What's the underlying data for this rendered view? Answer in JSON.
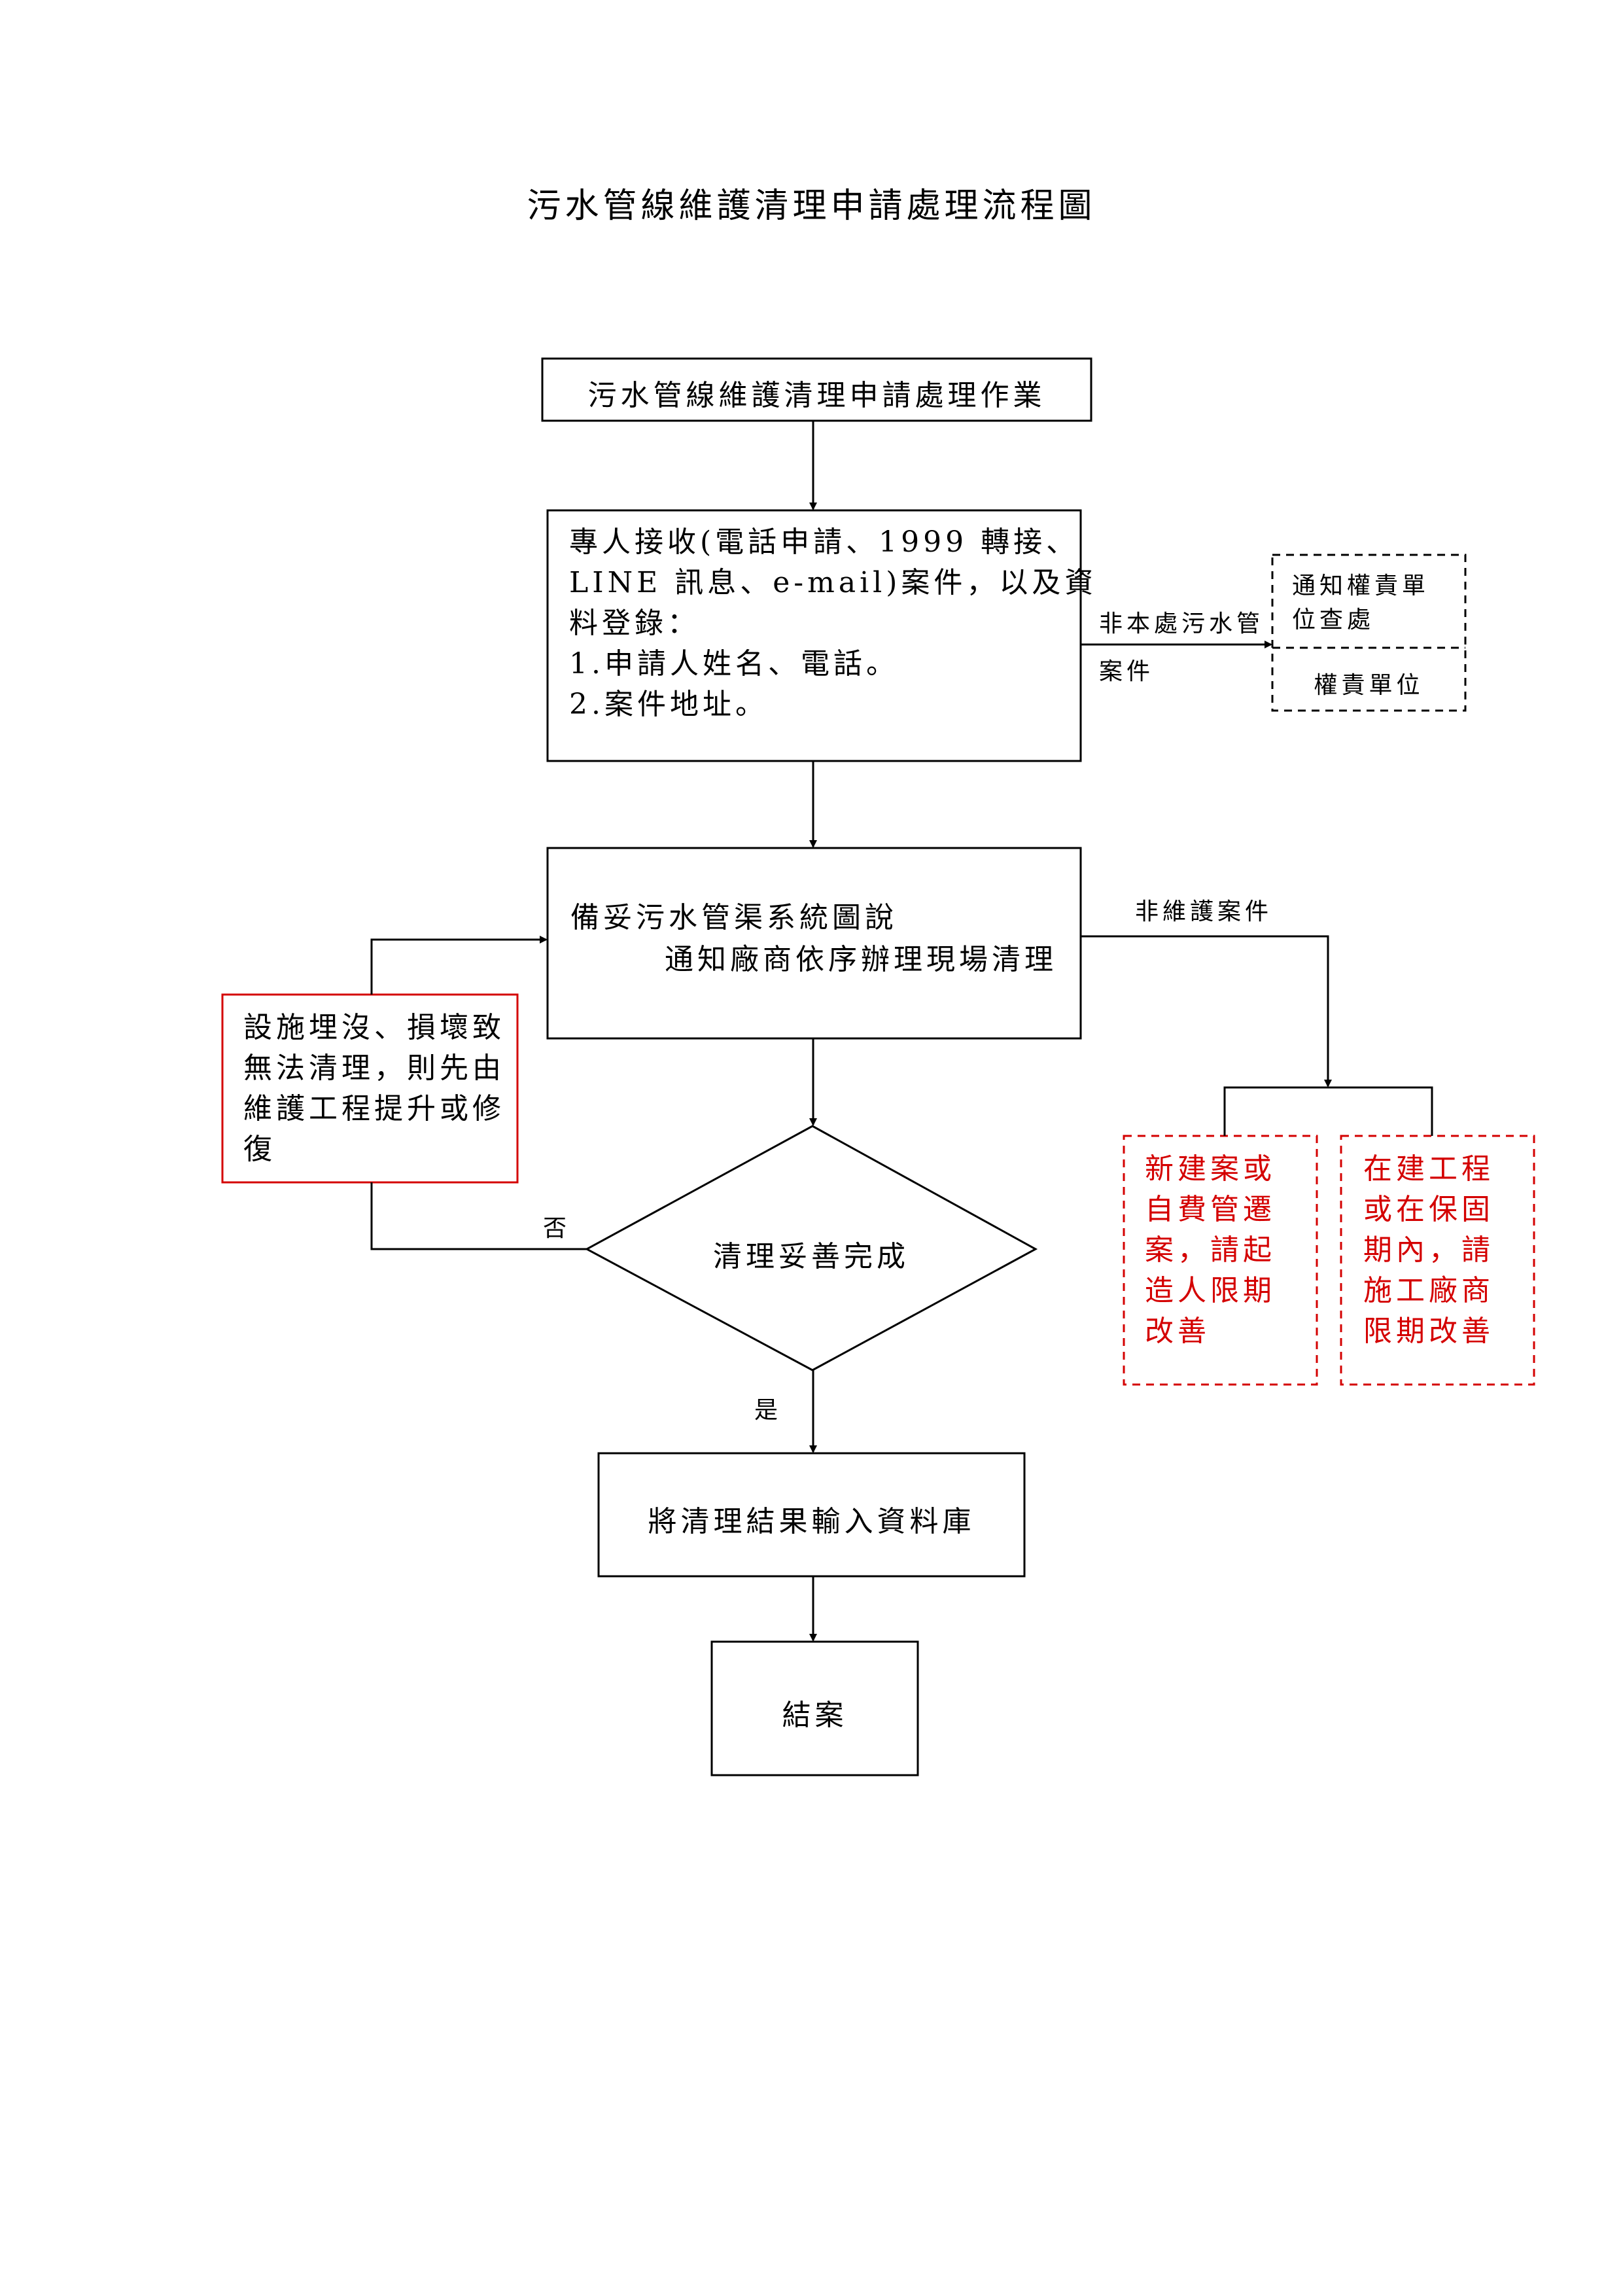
{
  "title": "污水管線維護清理申請處理流程圖",
  "nodes": {
    "start": "污水管線維護清理申請處理作業",
    "intake": {
      "lines": [
        "專人接收(電話申請、1999 轉接、",
        "LINE 訊息、e-mail)案件，以及資",
        "料登錄：",
        "1.申請人姓名、電話。",
        "2.案件地址。"
      ]
    },
    "notify_authority": {
      "lines": [
        "通知權責單",
        "位查處"
      ],
      "sub": "權責單位"
    },
    "prepare": {
      "line1": "備妥污水管渠系統圖說",
      "line2": "通知廠商依序辦理現場清理"
    },
    "repair": {
      "lines": [
        "設施埋沒、損壞致",
        "無法清理，則先由",
        "維護工程提升或修",
        "復"
      ]
    },
    "decision": "清理妥善完成",
    "new_case": {
      "lines": [
        "新建案或",
        "自費管遷",
        "案，請起",
        "造人限期",
        "改善"
      ]
    },
    "in_construction": {
      "lines": [
        "在建工程",
        "或在保固",
        "期內，請",
        "施工廠商",
        "限期改善"
      ]
    },
    "record": "將清理結果輸入資料庫",
    "close": "結案"
  },
  "edges": {
    "not_our_line_1": "非本處污水管",
    "not_our_line_2": "案件",
    "not_maintenance": "非維護案件",
    "no": "否",
    "yes": "是"
  },
  "colors": {
    "line": "#000000",
    "red": "#d40000"
  }
}
